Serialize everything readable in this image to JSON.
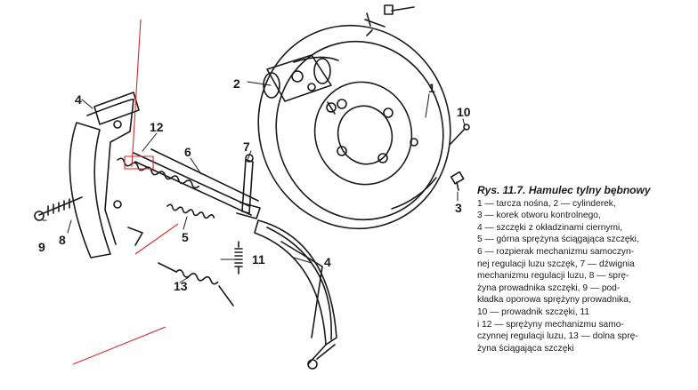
{
  "figure": {
    "title": "Rys. 11.7. Hamulec tylny bębnowy",
    "legend_lines": [
      "1 — tarcza nośna, 2 — cylinderek,",
      "3 — korek otworu kontrolnego,",
      "4 — szczęki z okładzinami ciernymi,",
      "5 — górna sprężyna ściągająca szczęki,",
      "6 — rozpierak mechanizmu samoczyn-",
      "nej regulacji luzu szczęk, 7 — dźwignia",
      "mechanizmu regulacji luzu, 8 — sprę-",
      "żyna prowadnika szczęki, 9 — pod-",
      "kładka oporowa sprężyny prowadnika,",
      "10 — prowadnik szczęki, 11",
      "i 12 — sprężyny mechanizmu samo-",
      "czynnej regulacji luzu, 13 — dolna sprę-",
      "żyna ściągająca szczęki"
    ],
    "part_labels": {
      "p1": "1",
      "p2": "2",
      "p3": "3",
      "p4a": "4",
      "p4b": "4",
      "p5": "5",
      "p6": "6",
      "p7": "7",
      "p8": "8",
      "p9": "9",
      "p10": "10",
      "p11": "11",
      "p12": "12",
      "p13": "13"
    },
    "colors": {
      "ink": "#1a1a1a",
      "annotation": "#d42a2a",
      "paper": "#ffffff"
    }
  }
}
